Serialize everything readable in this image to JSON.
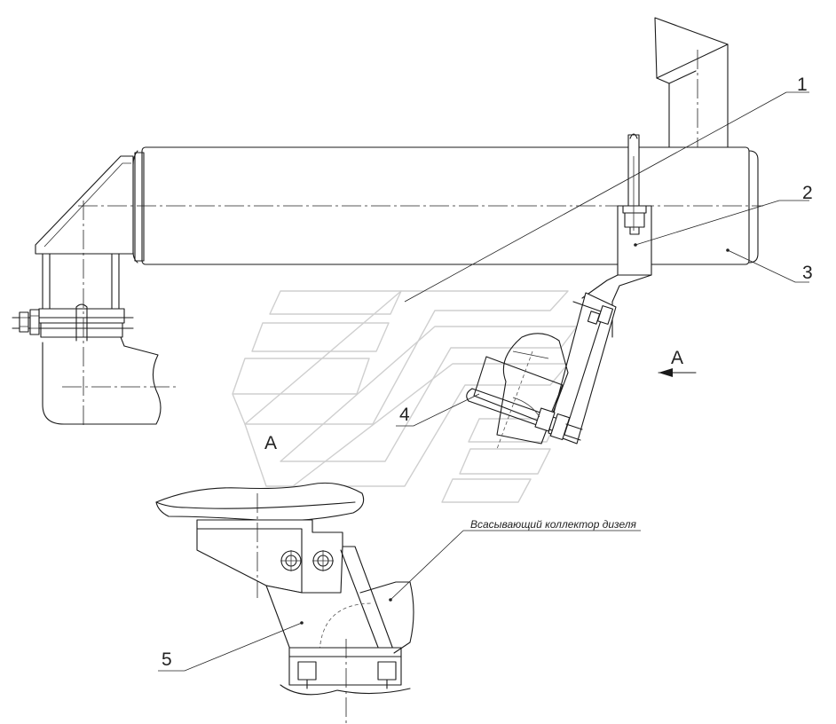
{
  "callouts": {
    "c1": "1",
    "c2": "2",
    "c3": "3",
    "c4": "4",
    "c5": "5"
  },
  "view_marks": {
    "arrow_label": "A",
    "view_label": "A"
  },
  "note": "Всасывающий коллектор дизеля"
}
